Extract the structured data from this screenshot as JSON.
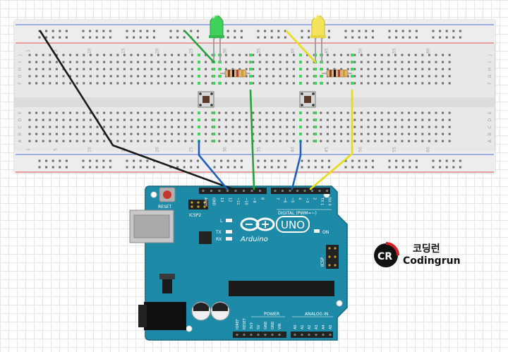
{
  "breadboard": {
    "column_numbers": [
      "1",
      "5",
      "10",
      "15",
      "20",
      "25",
      "30",
      "35",
      "40",
      "45",
      "50",
      "55",
      "60"
    ],
    "row_letters_top": [
      "J",
      "I",
      "H",
      "G",
      "F"
    ],
    "row_letters_bottom": [
      "E",
      "D",
      "C",
      "B",
      "A"
    ]
  },
  "components": {
    "led_green": "green-led",
    "led_yellow": "yellow-led",
    "button_left": "push-button",
    "button_right": "push-button",
    "resistor_left": "resistor",
    "resistor_right": "resistor"
  },
  "arduino": {
    "board_name": "UNO",
    "brand": "Arduino",
    "reset_label": "RESET",
    "icsp2_label": "ICSP2",
    "icsp_label": "ICSP",
    "led_l": "L",
    "led_tx": "TX",
    "led_rx": "RX",
    "led_on": "ON",
    "digital_label": "DIGITAL (PWM=~)",
    "power_label": "POWER",
    "analog_label": "ANALOG IN",
    "top_pins": [
      "AREF",
      "GND",
      "13",
      "12",
      "~11",
      "~10",
      "~9",
      "8",
      "7",
      "~6",
      "~5",
      "4",
      "~3",
      "2",
      "TX 1",
      "RX 0"
    ],
    "power_pins": [
      "IOREF",
      "RESET",
      "3V3",
      "5V",
      "GND",
      "GND",
      "VIN"
    ],
    "analog_pins": [
      "A0",
      "A1",
      "A2",
      "A3",
      "A4",
      "A5"
    ]
  },
  "wires": {
    "black": "#1a1a1a",
    "blue": "#1f5fbf",
    "green": "#27a33a",
    "yellow": "#e8dc14"
  },
  "brand_logo": {
    "mark": "CR",
    "korean": "코딩런",
    "english": "Codingrun"
  }
}
